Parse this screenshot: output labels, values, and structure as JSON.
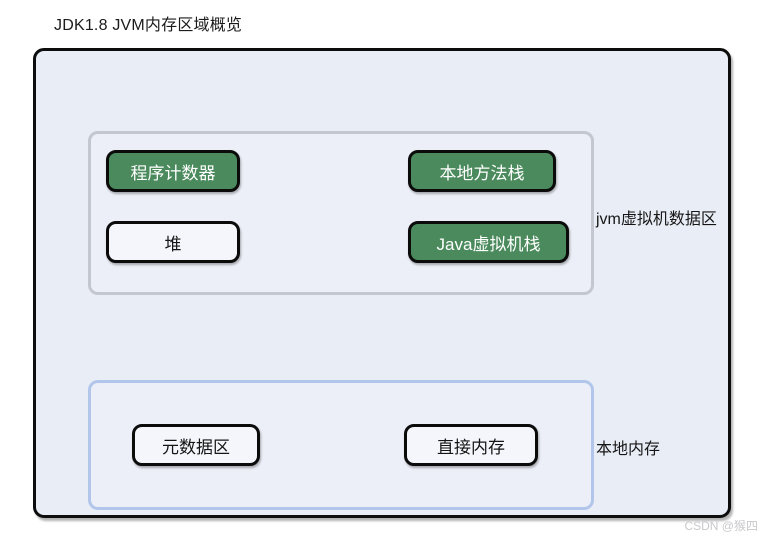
{
  "diagram": {
    "title": "JDK1.8 JVM内存区域概览",
    "watermark": "CSDN @猴四",
    "colors": {
      "background": "#ffffff",
      "outer_fill": "#e9edf6",
      "outer_border": "#0d0d0d",
      "jvm_region_border": "#c3c7cf",
      "native_region_border": "#b2c5ea",
      "chip_green": "#4a8a5c",
      "chip_plain": "#f4f6fb",
      "text_dark": "#151515",
      "text_light": "#ffffff",
      "watermark": "#c9c9cd"
    },
    "regions": [
      {
        "id": "jvm-runtime-data-area",
        "label": "jvm虚拟机数据区",
        "items": [
          {
            "id": "program-counter",
            "label": "程序计数器",
            "style": "green"
          },
          {
            "id": "native-method-stack",
            "label": "本地方法栈",
            "style": "green"
          },
          {
            "id": "heap",
            "label": "堆",
            "style": "plain"
          },
          {
            "id": "jvm-stack",
            "label": "Java虚拟机栈",
            "style": "green"
          }
        ]
      },
      {
        "id": "native-memory",
        "label": "本地内存",
        "items": [
          {
            "id": "metaspace",
            "label": "元数据区",
            "style": "plain"
          },
          {
            "id": "direct-memory",
            "label": "直接内存",
            "style": "plain"
          }
        ]
      }
    ]
  }
}
